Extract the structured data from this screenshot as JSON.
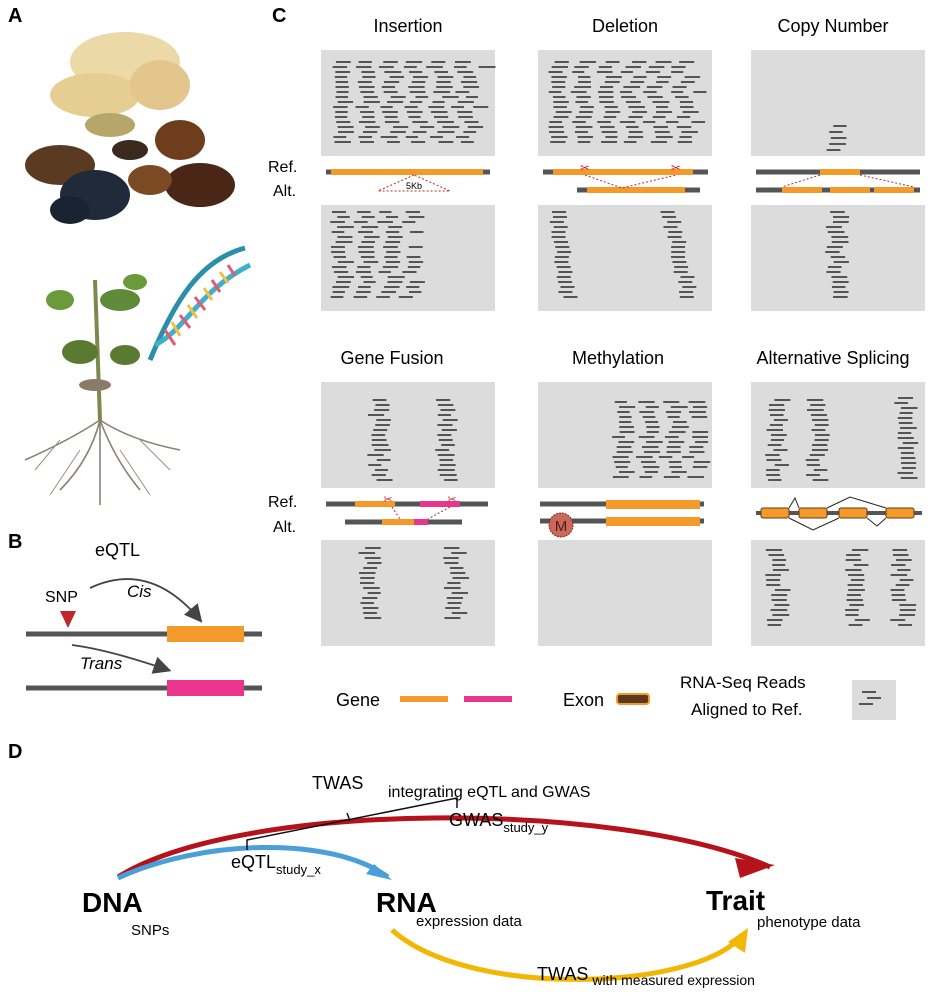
{
  "panels": {
    "a": {
      "letter": "A"
    },
    "b": {
      "letter": "B",
      "eqtl": "eQTL",
      "snp": "SNP",
      "cis": "Cis",
      "trans": "Trans"
    },
    "c": {
      "letter": "C",
      "titles": {
        "insertion": "Insertion",
        "deletion": "Deletion",
        "copy_number": "Copy Number",
        "gene_fusion": "Gene Fusion",
        "methylation": "Methylation",
        "alt_splicing": "Alternative Splicing"
      },
      "ref": "Ref.",
      "alt": "Alt.",
      "insertion_size": "5Kb",
      "methyl_mark": "M"
    },
    "d": {
      "letter": "D",
      "dna": "DNA",
      "rna": "RNA",
      "trait": "Trait",
      "snps": "SNPs",
      "expression_data": "expression data",
      "phenotype_data": "phenotype data",
      "twas": "TWAS",
      "twas_integrating": "integrating eQTL and GWAS",
      "gwas": "GWAS",
      "gwas_sub": "study_y",
      "eqtl": "eQTL",
      "eqtl_sub": "study_x",
      "twas_measured": "TWAS",
      "twas_measured_sub": "with measured expression"
    }
  },
  "legend": {
    "gene": "Gene",
    "exon": "Exon",
    "reads_line1": "RNA-Seq Reads",
    "reads_line2": "Aligned to Ref."
  },
  "colors": {
    "orange": "#f39a2b",
    "pink": "#e8368f",
    "red_arc": "#b5121b",
    "blue_arc": "#4a9fd8",
    "yellow_arc": "#f2b705",
    "panel_gray": "#dcdcdc",
    "read_gray": "#555555"
  }
}
